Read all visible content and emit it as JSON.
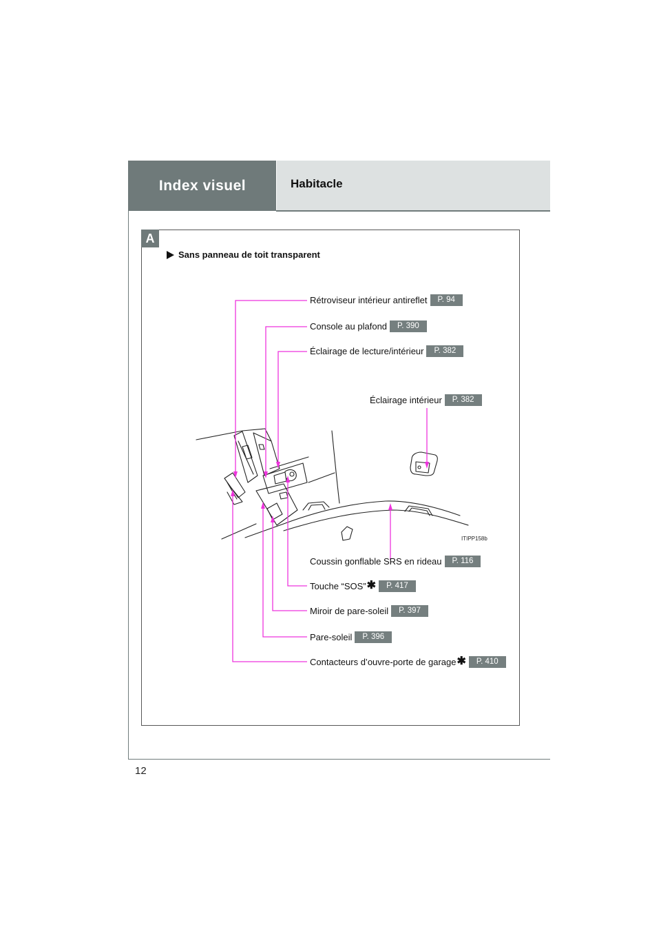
{
  "header": {
    "section": "Index visuel",
    "subsection": "Habitacle"
  },
  "badge": "A",
  "subtitle": "Sans panneau de toit transparent",
  "labels": {
    "retroviseur": {
      "text": "Rétroviseur intérieur antireflet",
      "page": "P. 94"
    },
    "console": {
      "text": "Console au plafond",
      "page": "P. 390"
    },
    "eclairage_lecture": {
      "text": "Éclairage de lecture/intérieur",
      "page": "P. 382"
    },
    "eclairage_interieur": {
      "text": "Éclairage intérieur",
      "page": "P. 382"
    },
    "coussin": {
      "text": "Coussin gonflable SRS en rideau",
      "page": "P. 116"
    },
    "touche_sos": {
      "text": "Touche “SOS”",
      "star": "✱",
      "page": "P. 417"
    },
    "miroir": {
      "text": "Miroir de pare-soleil",
      "page": "P. 397"
    },
    "pare_soleil": {
      "text": "Pare-soleil",
      "page": "P. 396"
    },
    "contacteurs": {
      "text": "Contacteurs d’ouvre-porte de garage",
      "star": "✱",
      "page": "P. 410"
    }
  },
  "illustration_code": "ITIPP158b",
  "page_number": "12",
  "colors": {
    "header_dark": "#6f7a7a",
    "header_light": "#dde1e1",
    "leader": "#ee33dd"
  }
}
